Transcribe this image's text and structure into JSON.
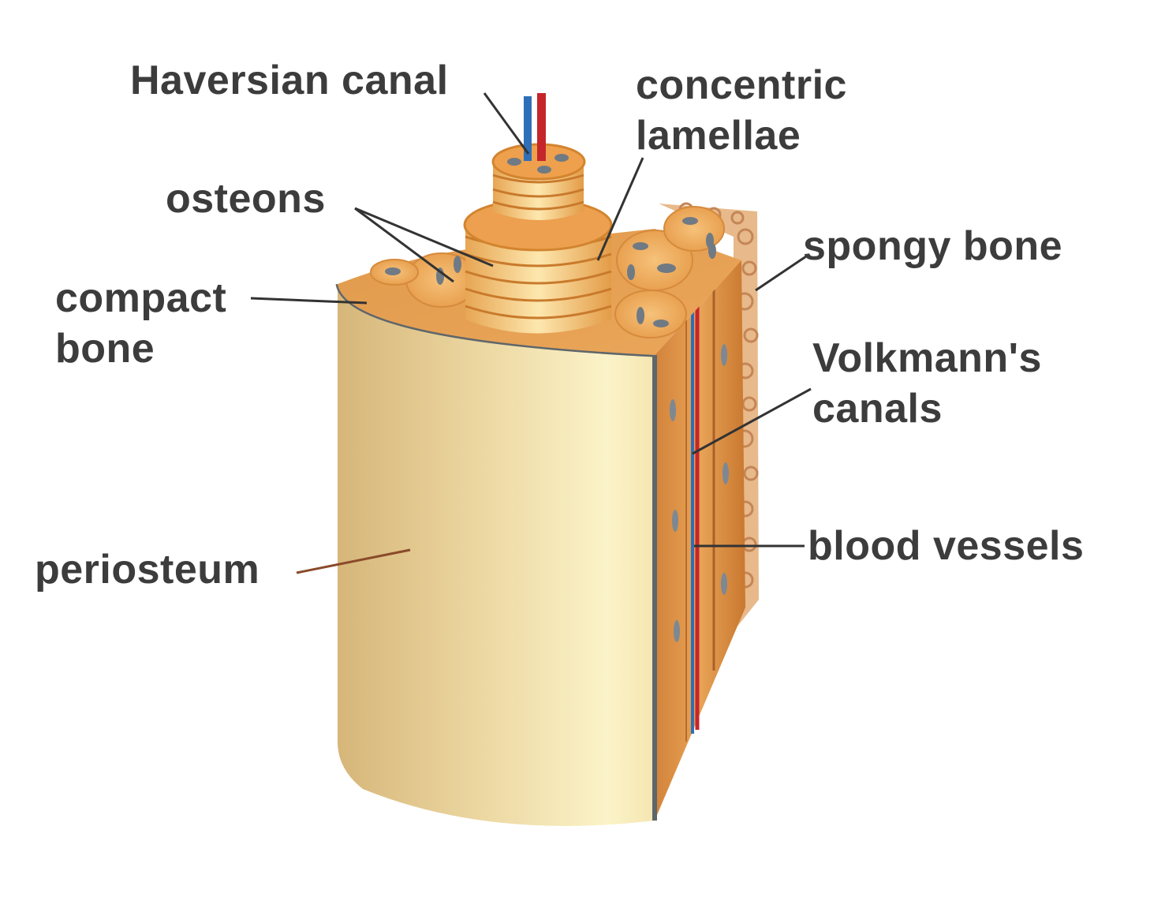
{
  "labels": {
    "haversian_canal": "Haversian canal",
    "concentric_lamellae": [
      "concentric",
      "lamellae"
    ],
    "osteons": "osteons",
    "compact_bone": [
      "compact",
      "bone"
    ],
    "spongy_bone": "spongy bone",
    "volkmanns_canals": [
      "Volkmann's",
      "canals"
    ],
    "blood_vessels": "blood vessels",
    "periosteum": "periosteum"
  },
  "colors": {
    "periosteum_light": "#fbf2c8",
    "periosteum_dark": "#d8b878",
    "compact_bone": "#e9a04f",
    "lamella_light": "#fbe2a2",
    "lamella_dark": "#d58a36",
    "lacuna": "#6f7a84",
    "artery": "#c4262b",
    "vein": "#2f6fb8",
    "label_text": "#3c3c3c",
    "leader_line": "#333333",
    "periosteum_leader": "#8a4a2a"
  }
}
